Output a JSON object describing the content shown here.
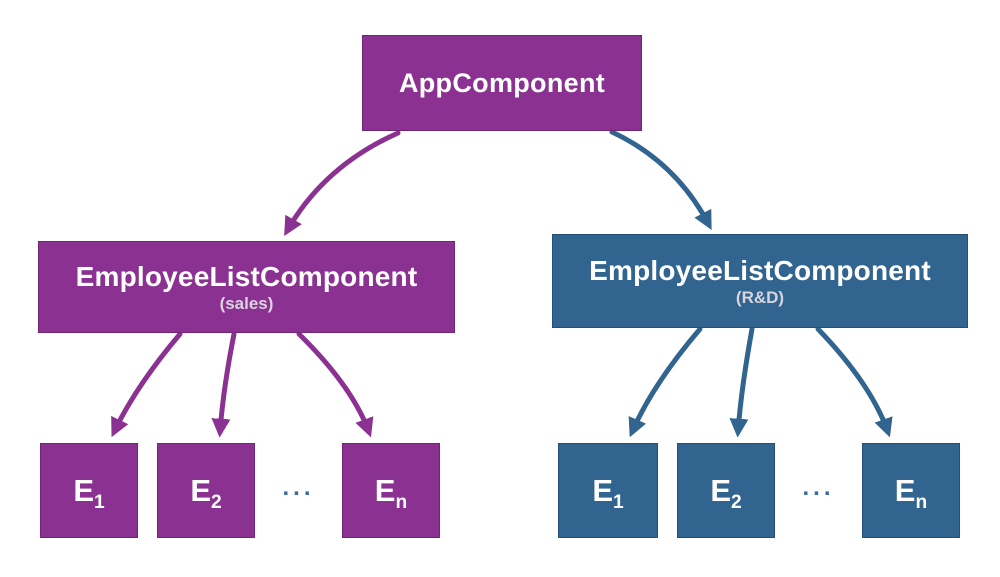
{
  "root": {
    "label": "AppComponent"
  },
  "groups": [
    {
      "label": "EmployeeListComponent",
      "sublabel": "(sales)",
      "ellipsis": "...",
      "children": [
        {
          "base": "E",
          "sub": "1"
        },
        {
          "base": "E",
          "sub": "2"
        },
        {
          "base": "E",
          "sub": "n"
        }
      ]
    },
    {
      "label": "EmployeeListComponent",
      "sublabel": "(R&D)",
      "ellipsis": "...",
      "children": [
        {
          "base": "E",
          "sub": "1"
        },
        {
          "base": "E",
          "sub": "2"
        },
        {
          "base": "E",
          "sub": "n"
        }
      ]
    }
  ],
  "colors": {
    "purple": "#8b3191",
    "blue": "#31648f",
    "subtitle": "#d9d4de",
    "ellipsis_dots": "#3a6aa0",
    "background": "#ffffff"
  }
}
